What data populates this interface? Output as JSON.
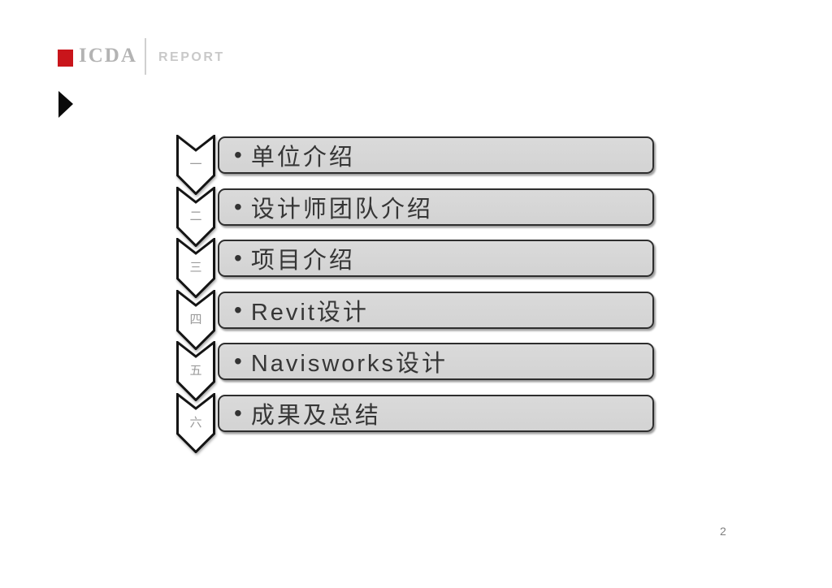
{
  "header": {
    "logo_text": "ICDA",
    "report_label": "REPORT"
  },
  "colors": {
    "brand_red": "#c9151b",
    "logo_gray": "#b3b3b3",
    "report_gray": "#c9c9c9",
    "box_fill": "#d6d6d6",
    "box_border": "#2e2e2e",
    "chevron_fill": "#ffffff",
    "chevron_stroke": "#141414",
    "chevron_number_gray": "#9b9b9b",
    "item_text": "#363636",
    "page_number_gray": "#7f7f7f"
  },
  "agenda": {
    "bullet": "•",
    "items": [
      {
        "num": "一",
        "label": "单位介绍"
      },
      {
        "num": "二",
        "label": "设计师团队介绍"
      },
      {
        "num": "三",
        "label": "项目介绍"
      },
      {
        "num": "四",
        "label": "Revit设计"
      },
      {
        "num": "五",
        "label": "Navisworks设计"
      },
      {
        "num": "六",
        "label": "成果及总结"
      }
    ]
  },
  "footer": {
    "page_number": "2"
  }
}
